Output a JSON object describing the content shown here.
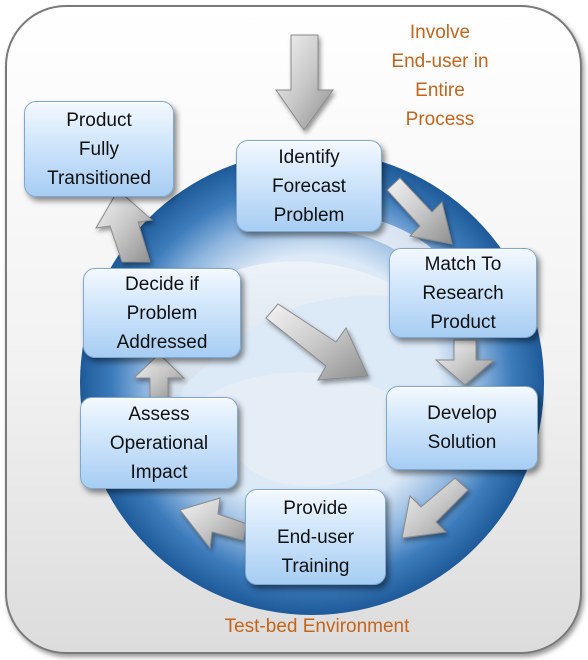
{
  "steps": {
    "identify": "Identify\nForecast\nProblem",
    "match": "Match To\nResearch\nProduct",
    "develop": "Develop\nSolution",
    "training": "Provide\nEnd-user\nTraining",
    "assess": "Assess\nOperational\nImpact",
    "decide": "Decide if\nProblem\nAddressed",
    "transitioned": "Product\nFully\nTransitioned"
  },
  "notes": {
    "involve": "Involve\nEnd-user in\nEntire\nProcess",
    "testbed": "Test-bed Environment"
  },
  "colors": {
    "accent_text": "#c5651b",
    "ring_blue": "#2f6fad",
    "box_border": "#7fa7cf",
    "arrow_gray": "#b9b9b9"
  }
}
